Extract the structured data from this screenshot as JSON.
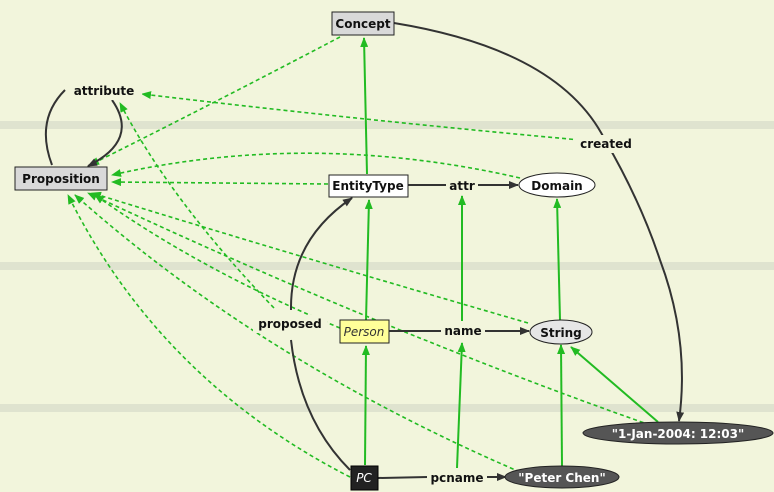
{
  "nodes": {
    "concept": "Concept",
    "proposition": "Proposition",
    "attribute": "attribute",
    "created": "created",
    "entity_type": "EntityType",
    "attr": "attr",
    "domain": "Domain",
    "proposed": "proposed",
    "person": "Person",
    "name": "name",
    "string": "String",
    "date": "\"1-Jan-2004: 12:03\"",
    "pc": "PC",
    "pcname": "pcname",
    "peter_chen": "\"Peter Chen\""
  },
  "colors": {
    "background": "#f2f5dc",
    "band": "#dfe3cf",
    "green_edge": "#22bb22",
    "dark_edge": "#333333",
    "class_box": "#d9d9d9",
    "person_box": "#ffff99",
    "dark_node": "#555555",
    "pc_box": "#222222"
  }
}
